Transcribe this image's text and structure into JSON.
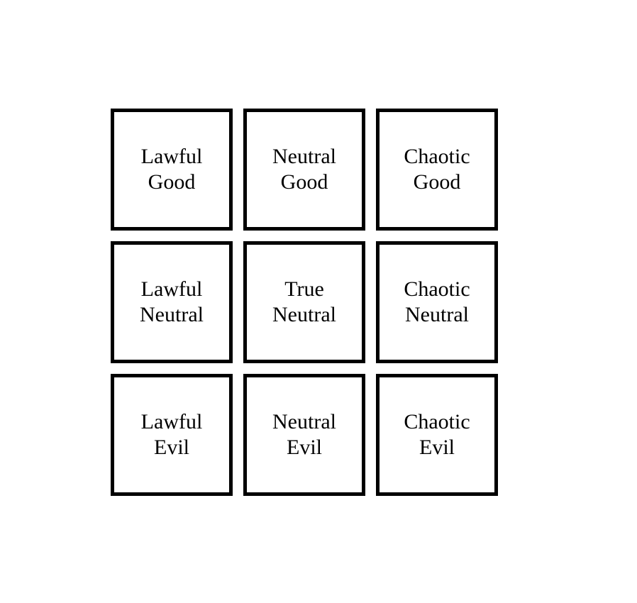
{
  "colors": {
    "background": "#ffffff",
    "border": "#000000",
    "text": "#000000"
  },
  "alignment_grid": [
    {
      "name": "lawful-good",
      "line1": "Lawful",
      "line2": "Good"
    },
    {
      "name": "neutral-good",
      "line1": "Neutral",
      "line2": "Good"
    },
    {
      "name": "chaotic-good",
      "line1": "Chaotic",
      "line2": "Good"
    },
    {
      "name": "lawful-neutral",
      "line1": "Lawful",
      "line2": "Neutral"
    },
    {
      "name": "true-neutral",
      "line1": "True",
      "line2": "Neutral"
    },
    {
      "name": "chaotic-neutral",
      "line1": "Chaotic",
      "line2": "Neutral"
    },
    {
      "name": "lawful-evil",
      "line1": "Lawful",
      "line2": "Evil"
    },
    {
      "name": "neutral-evil",
      "line1": "Neutral",
      "line2": "Evil"
    },
    {
      "name": "chaotic-evil",
      "line1": "Chaotic",
      "line2": "Evil"
    }
  ]
}
